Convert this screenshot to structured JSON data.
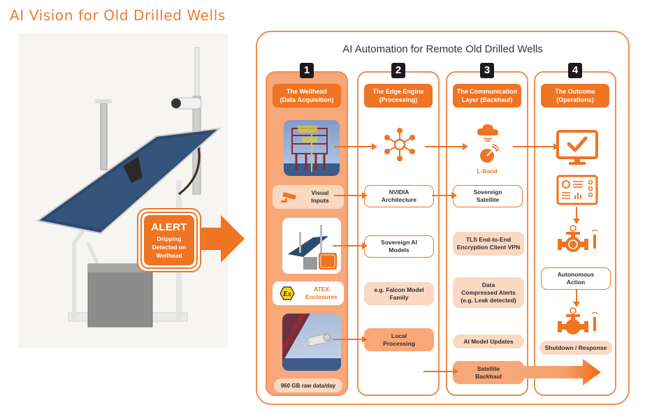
{
  "page_title": "AI Vision for Old Drilled Wells",
  "alert": {
    "title": "ALERT",
    "message": "Dripping Detected on Wellhead"
  },
  "diagram": {
    "title": "AI Automation for Remote Old Drilled Wells",
    "accent_color": "#ef7423",
    "columns": [
      {
        "number": "1",
        "heading_line1": "The Wellhead",
        "heading_line2": "(Data Acquisition)",
        "items": {
          "visual_inputs": "Visual Inputs",
          "atex_icon_label": "Ex",
          "atex": "ATEX Enclosures",
          "raw_data": "960 GB raw data/day"
        }
      },
      {
        "number": "2",
        "heading_line1": "The Edge Engine",
        "heading_line2": "(Processing)",
        "items": {
          "nvidia": "NVIDIA Architecture",
          "sovereign_ai": "Sovereign AI Models",
          "falcon": "e.g. Falcon Model Family",
          "local_processing": "Local Processing"
        }
      },
      {
        "number": "3",
        "heading_line1": "The Communication",
        "heading_line2": "Layer (Backhaul)",
        "items": {
          "lband": "L-Band",
          "sovereign_satellite": "Sovereign Satellite",
          "tls": "TLS End-to-End Encryption Client VPN",
          "compressed_alerts_l1": "Data",
          "compressed_alerts_l2": "Compressed Alerts",
          "compressed_alerts_l3": "(e.g. Leak detected)",
          "model_updates": "AI Model Updates",
          "satellite_backhaul": "Satellite Backhaul"
        }
      },
      {
        "number": "4",
        "heading_line1": "The Outcome",
        "heading_line2": "(Operations)",
        "items": {
          "autonomous_action": "Autonomous Action",
          "shutdown": "Shutdown / Response"
        }
      }
    ]
  }
}
